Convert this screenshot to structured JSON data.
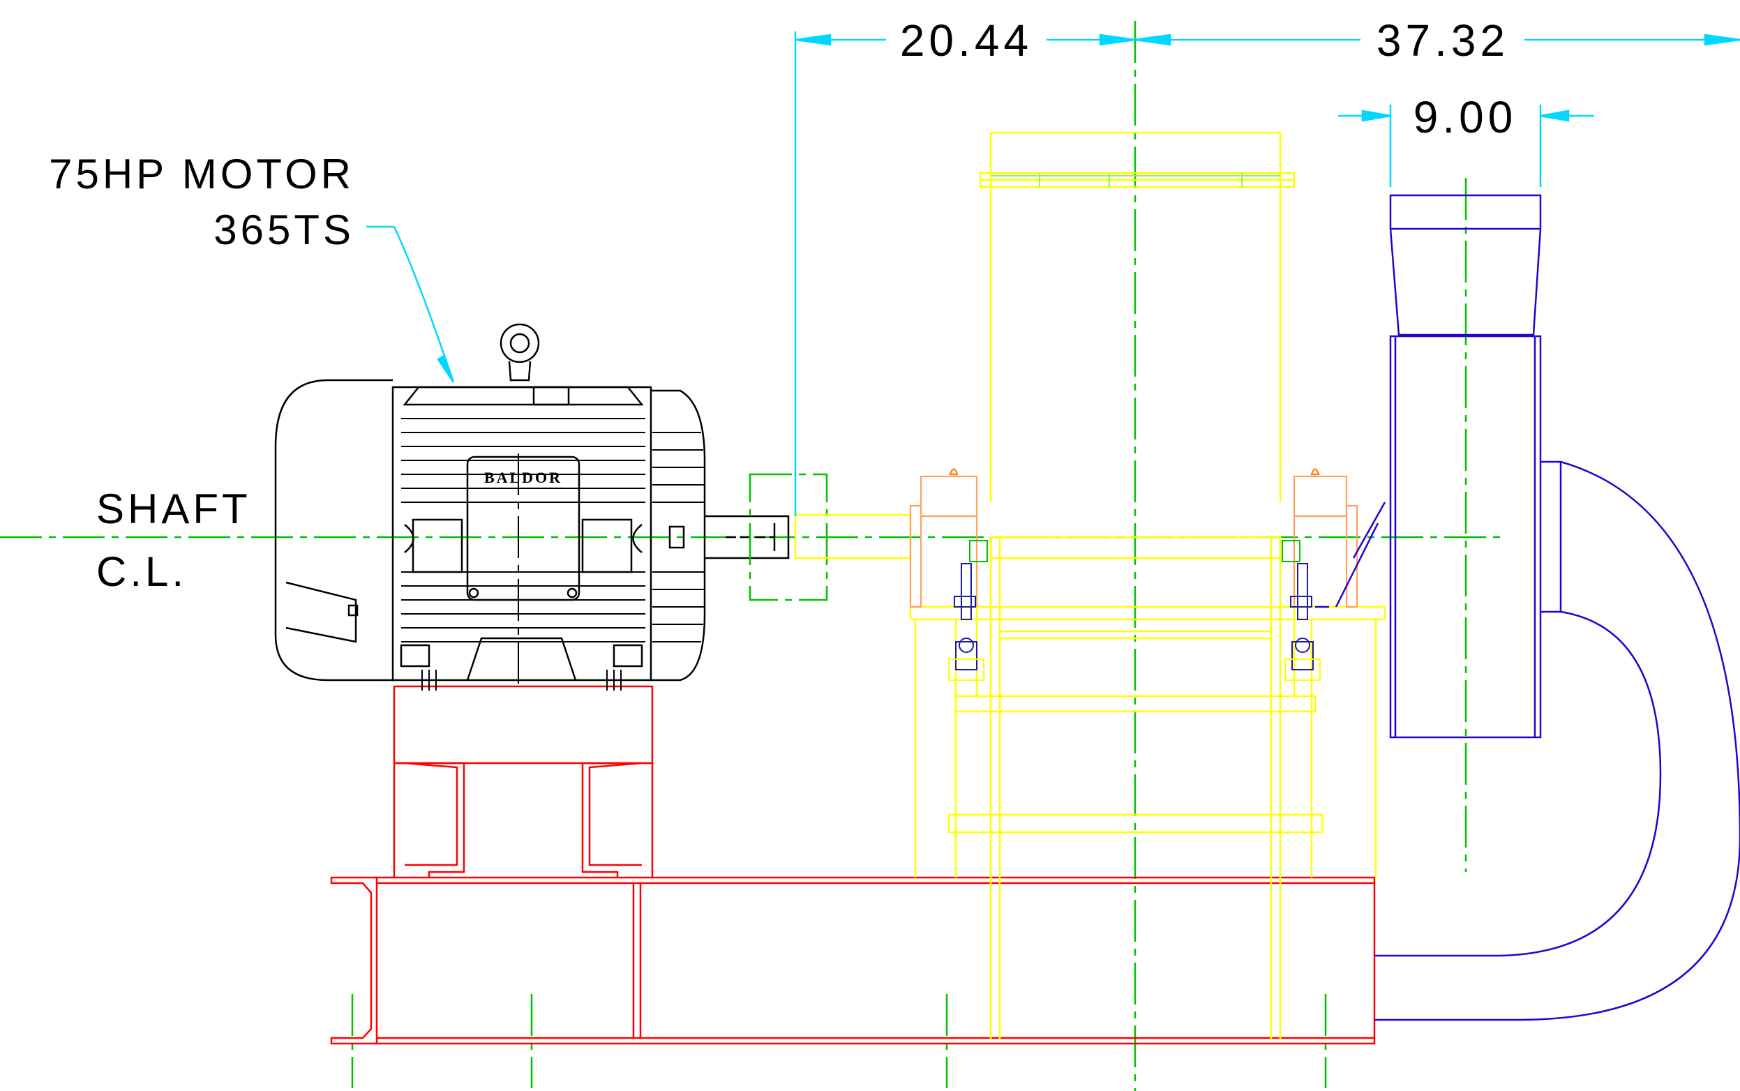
{
  "labels": {
    "motor_title": "75HP MOTOR",
    "motor_frame": "365TS",
    "shaft_line1": "SHAFT",
    "shaft_line2": "C.L.",
    "brand": "BALDOR"
  },
  "dimensions": {
    "coupling_to_center": "20.44",
    "center_to_inlet": "37.32",
    "inlet_width": "9.00"
  },
  "colors": {
    "centerline": "#00c000",
    "dimension": "#00d8ff",
    "base": "#ff0000",
    "fan_frame": "#ffff00",
    "housing": "#2a00d0",
    "motor": "#000000",
    "bearing": "#ffa060",
    "coupling_guard": "#00c000",
    "fastener": "#1a1aa0"
  }
}
